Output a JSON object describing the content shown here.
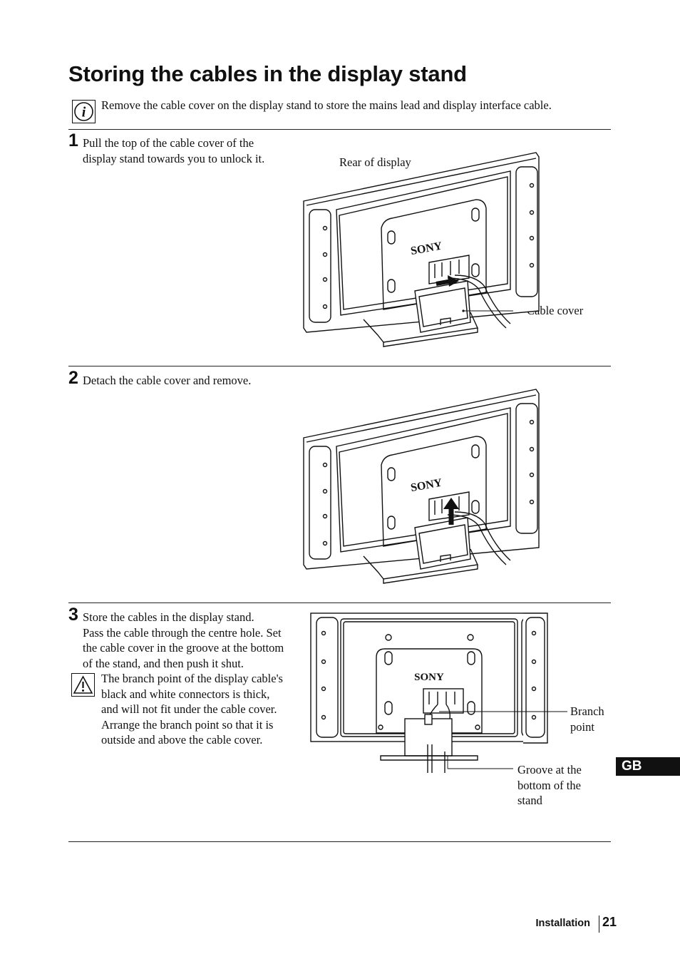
{
  "page_title": "Storing the cables in the display stand",
  "info_note": "Remove the cable cover on the display stand to store the mains lead and display interface cable.",
  "steps": [
    {
      "number": "1",
      "lines": [
        "Pull the top of the cable cover of the",
        "display stand towards you to unlock it."
      ],
      "labels": {
        "rear_of_display": "Rear of display",
        "cable_cover": "Cable cover"
      }
    },
    {
      "number": "2",
      "lines": [
        "Detach the cable cover and remove."
      ]
    },
    {
      "number": "3",
      "lines": [
        "Store the cables in the display stand.",
        "Pass the cable through the centre hole. Set",
        "the cable cover in the groove at the bottom",
        "of the stand, and then push it shut."
      ],
      "caution_lines": [
        "The branch point of the display cable's",
        "black and white connectors is thick,",
        "and will not fit under the cable cover.",
        "Arrange the branch point so that it is",
        "outside and above the cable cover."
      ],
      "labels": {
        "branch_point": [
          "Branch",
          "point"
        ],
        "groove": [
          "Groove at the",
          "bottom of the",
          "stand"
        ]
      }
    }
  ],
  "brand_logo": "SONY",
  "icons": {
    "info": "info-icon",
    "caution": "caution-triangle-icon"
  },
  "language_tab": "GB",
  "footer": {
    "section": "Installation",
    "page_number": "21"
  }
}
